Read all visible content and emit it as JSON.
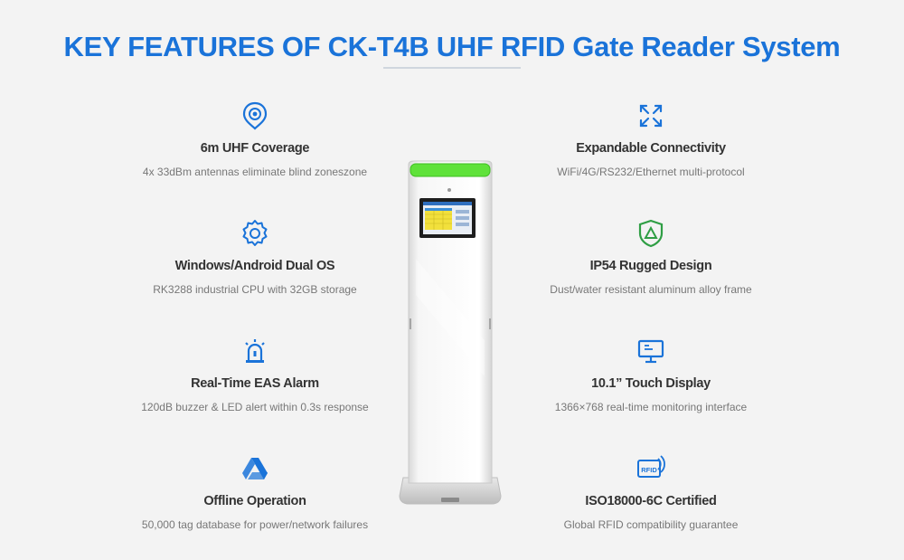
{
  "title": "KEY FEATURES OF CK-T4B UHF RFID Gate Reader System",
  "features_left": [
    {
      "icon": "coverage-target-icon",
      "title": "6m UHF Coverage",
      "desc": "4x 33dBm antennas eliminate blind zoneszone"
    },
    {
      "icon": "gear-os-icon",
      "title": "Windows/Android Dual OS",
      "desc": "RK3288 industrial CPU with 32GB storage"
    },
    {
      "icon": "alarm-siren-icon",
      "title": "Real-Time EAS Alarm",
      "desc": "120dB buzzer & LED alert within 0.3s response"
    },
    {
      "icon": "offline-drive-icon",
      "title": "Offline Operation",
      "desc": "50,000 tag database for power/network failures"
    }
  ],
  "features_right": [
    {
      "icon": "expand-arrows-icon",
      "title": "Expandable Connectivity",
      "desc": "WiFi/4G/RS232/Ethernet multi-protocol"
    },
    {
      "icon": "shield-icon",
      "title": "IP54 Rugged Design",
      "desc": "Dust/water resistant aluminum alloy frame"
    },
    {
      "icon": "monitor-touch-icon",
      "title": "10.1” Touch Display",
      "desc": "1366×768 real-time monitoring interface"
    },
    {
      "icon": "rfid-tag-icon",
      "title": "ISO18000-6C Certified",
      "desc": "Global RFID compatibility guarantee",
      "badge": "RFID"
    }
  ],
  "colors": {
    "accent": "#1a73d9",
    "led": "#5fe23a",
    "title_text": "#333333",
    "desc_text": "#777777"
  }
}
